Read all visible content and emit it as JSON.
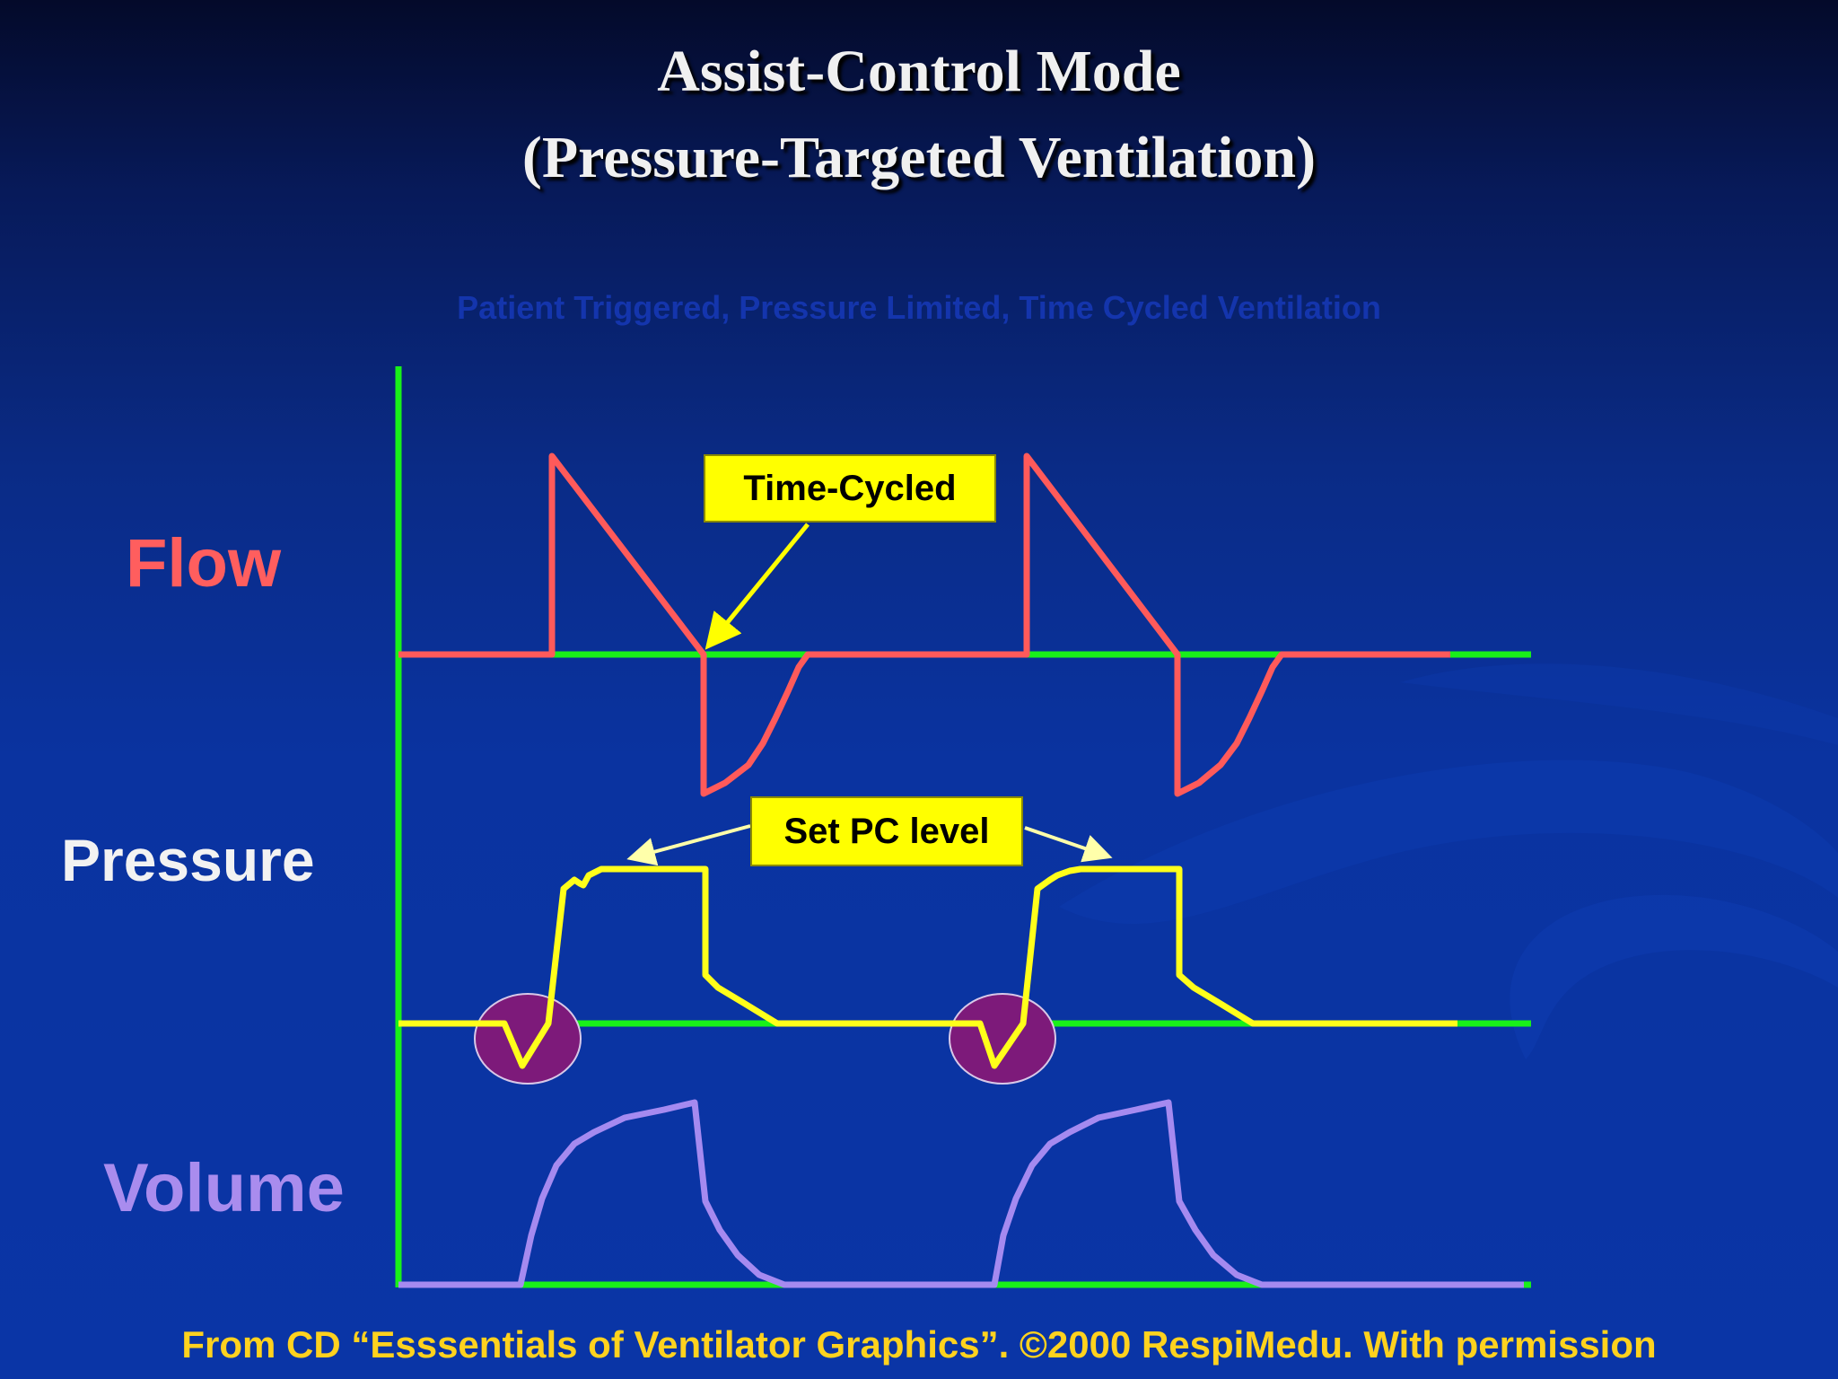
{
  "slide": {
    "title_line1": "Assist-Control Mode",
    "title_line2": "(Pressure-Targeted Ventilation)",
    "subtitle": "Patient Triggered, Pressure Limited, Time Cycled Ventilation",
    "credit": "From CD “Esssentials of Ventilator Graphics”. ©2000 RespiMedu.  With permission"
  },
  "waveforms": {
    "flow_label": "Flow",
    "pressure_label": "Pressure",
    "volume_label": "Volume",
    "flow_color": "#ff5a5a",
    "pressure_color": "#ffff1a",
    "volume_color": "#a58af0",
    "axis_color": "#19f019",
    "trigger_marker_color": "#7d1a7a"
  },
  "annotations": {
    "time_cycled": "Time-Cycled",
    "set_pc_level": "Set PC level"
  }
}
